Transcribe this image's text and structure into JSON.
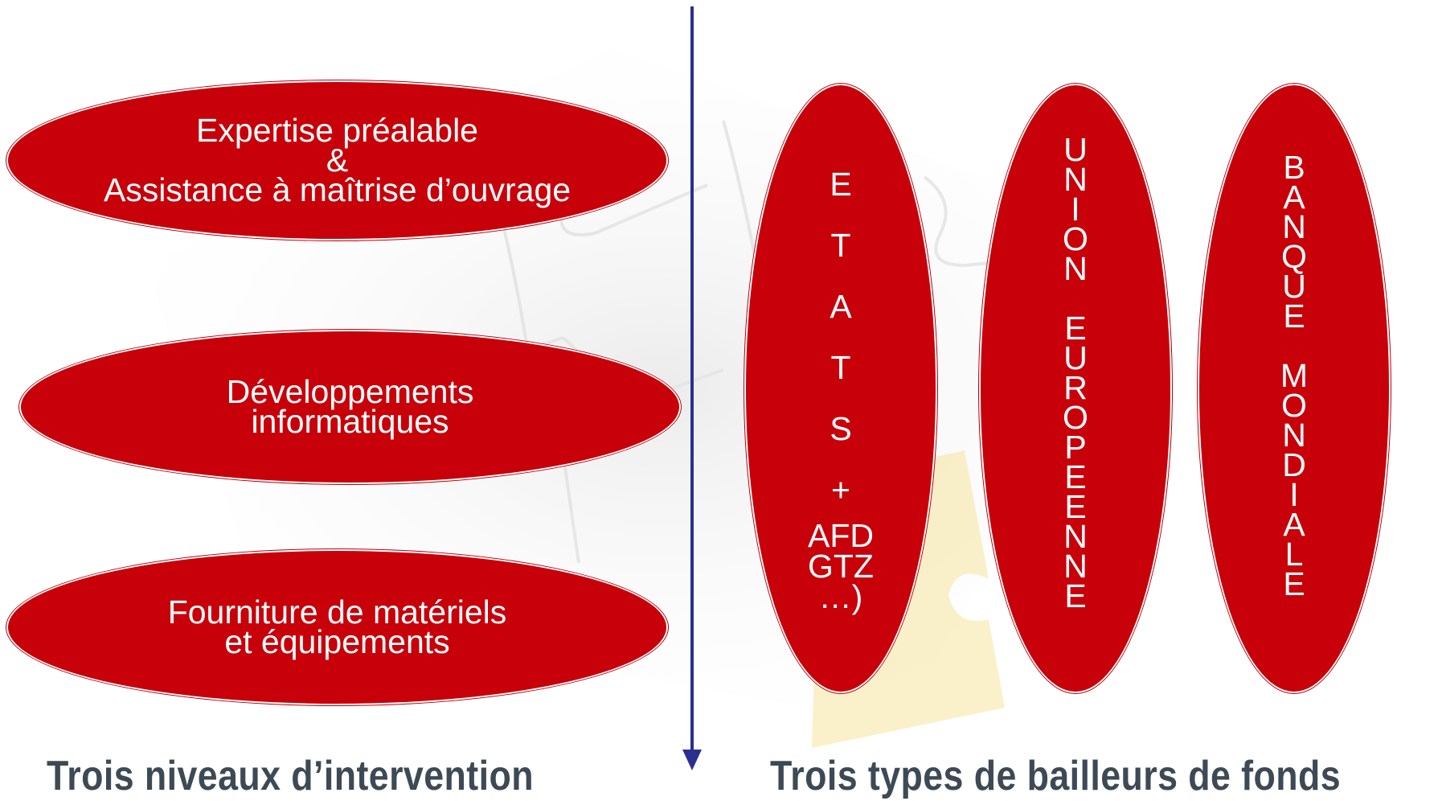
{
  "left_column": {
    "items": [
      {
        "text": "Expertise préalable\n&\nAssistance à maîtrise d’ouvrage"
      },
      {
        "text": "Développements\ninformatiques"
      },
      {
        "text": "Fourniture de matériels\net équipements"
      }
    ],
    "caption": "Trois niveaux d’intervention"
  },
  "right_column": {
    "items": [
      {
        "lines": [
          "E",
          "T",
          "A",
          "T",
          "S",
          "+",
          "AFD",
          "GTZ",
          "…)"
        ]
      },
      {
        "lines": [
          "U",
          "N",
          "I",
          "O",
          "N",
          "",
          "E",
          "U",
          "R",
          "O",
          "P",
          "E",
          "E",
          "N",
          "N",
          "E"
        ]
      },
      {
        "lines": [
          "B",
          "A",
          "N",
          "Q",
          "U",
          "E",
          "",
          "M",
          "O",
          "N",
          "D",
          "I",
          "A",
          "L",
          "E"
        ]
      }
    ],
    "caption": "Trois types de bailleurs de fonds"
  },
  "colors": {
    "ellipse_fill": "#c8000a",
    "divider": "#2b2f8f",
    "caption": "#3d4a55",
    "puzzle_accent": "#f5e08a"
  },
  "icons": {
    "background": "jigsaw-puzzle-illustration",
    "divider": "down-arrow-icon"
  }
}
